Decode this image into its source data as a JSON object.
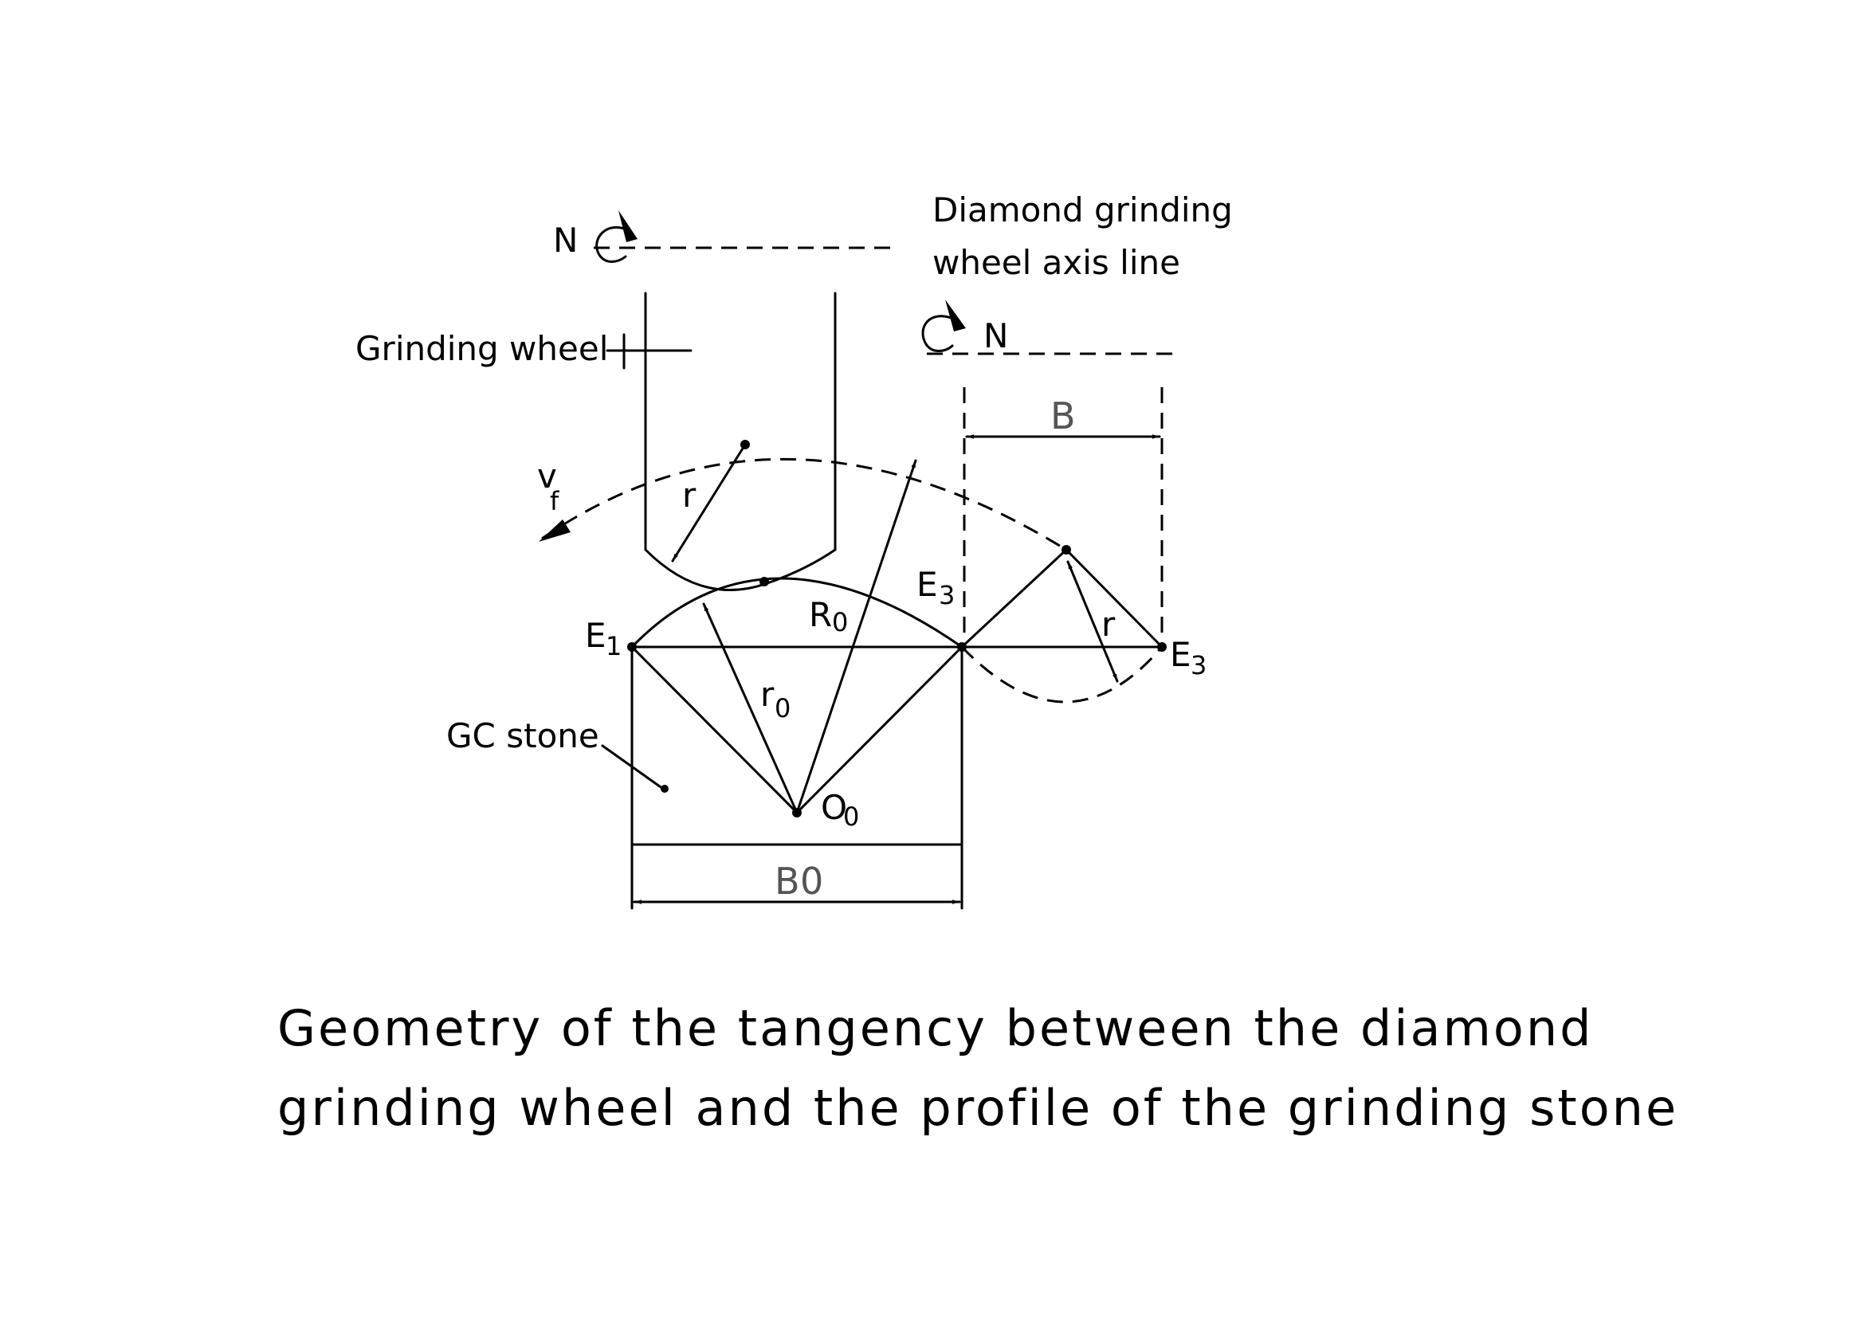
{
  "labels": {
    "axis_line_1": "Diamond grinding",
    "axis_line_2": "wheel axis line",
    "grinding_wheel": "Grinding wheel",
    "gc_stone": "GC stone",
    "rotation_left": "N",
    "rotation_right": "N",
    "feed_v": "v",
    "feed_sub": "f",
    "radius_r_left": "r",
    "radius_r_right": "r",
    "big_radius_main": "R",
    "big_radius_sub": "0",
    "small_radius_main": "r",
    "small_radius_sub": "0",
    "center_main": "O",
    "center_sub": "0",
    "e1_main": "E",
    "e1_sub": "1",
    "e3_top_main": "E",
    "e3_top_sub": "3",
    "e3_right_main": "E",
    "e3_right_sub": "3",
    "dim_b": "B",
    "dim_b0_main": "B",
    "dim_b0_sub": "0"
  },
  "caption": {
    "line1": "Geometry of the tangency between the diamond",
    "line2": "grinding wheel and the profile of the grinding stone"
  }
}
